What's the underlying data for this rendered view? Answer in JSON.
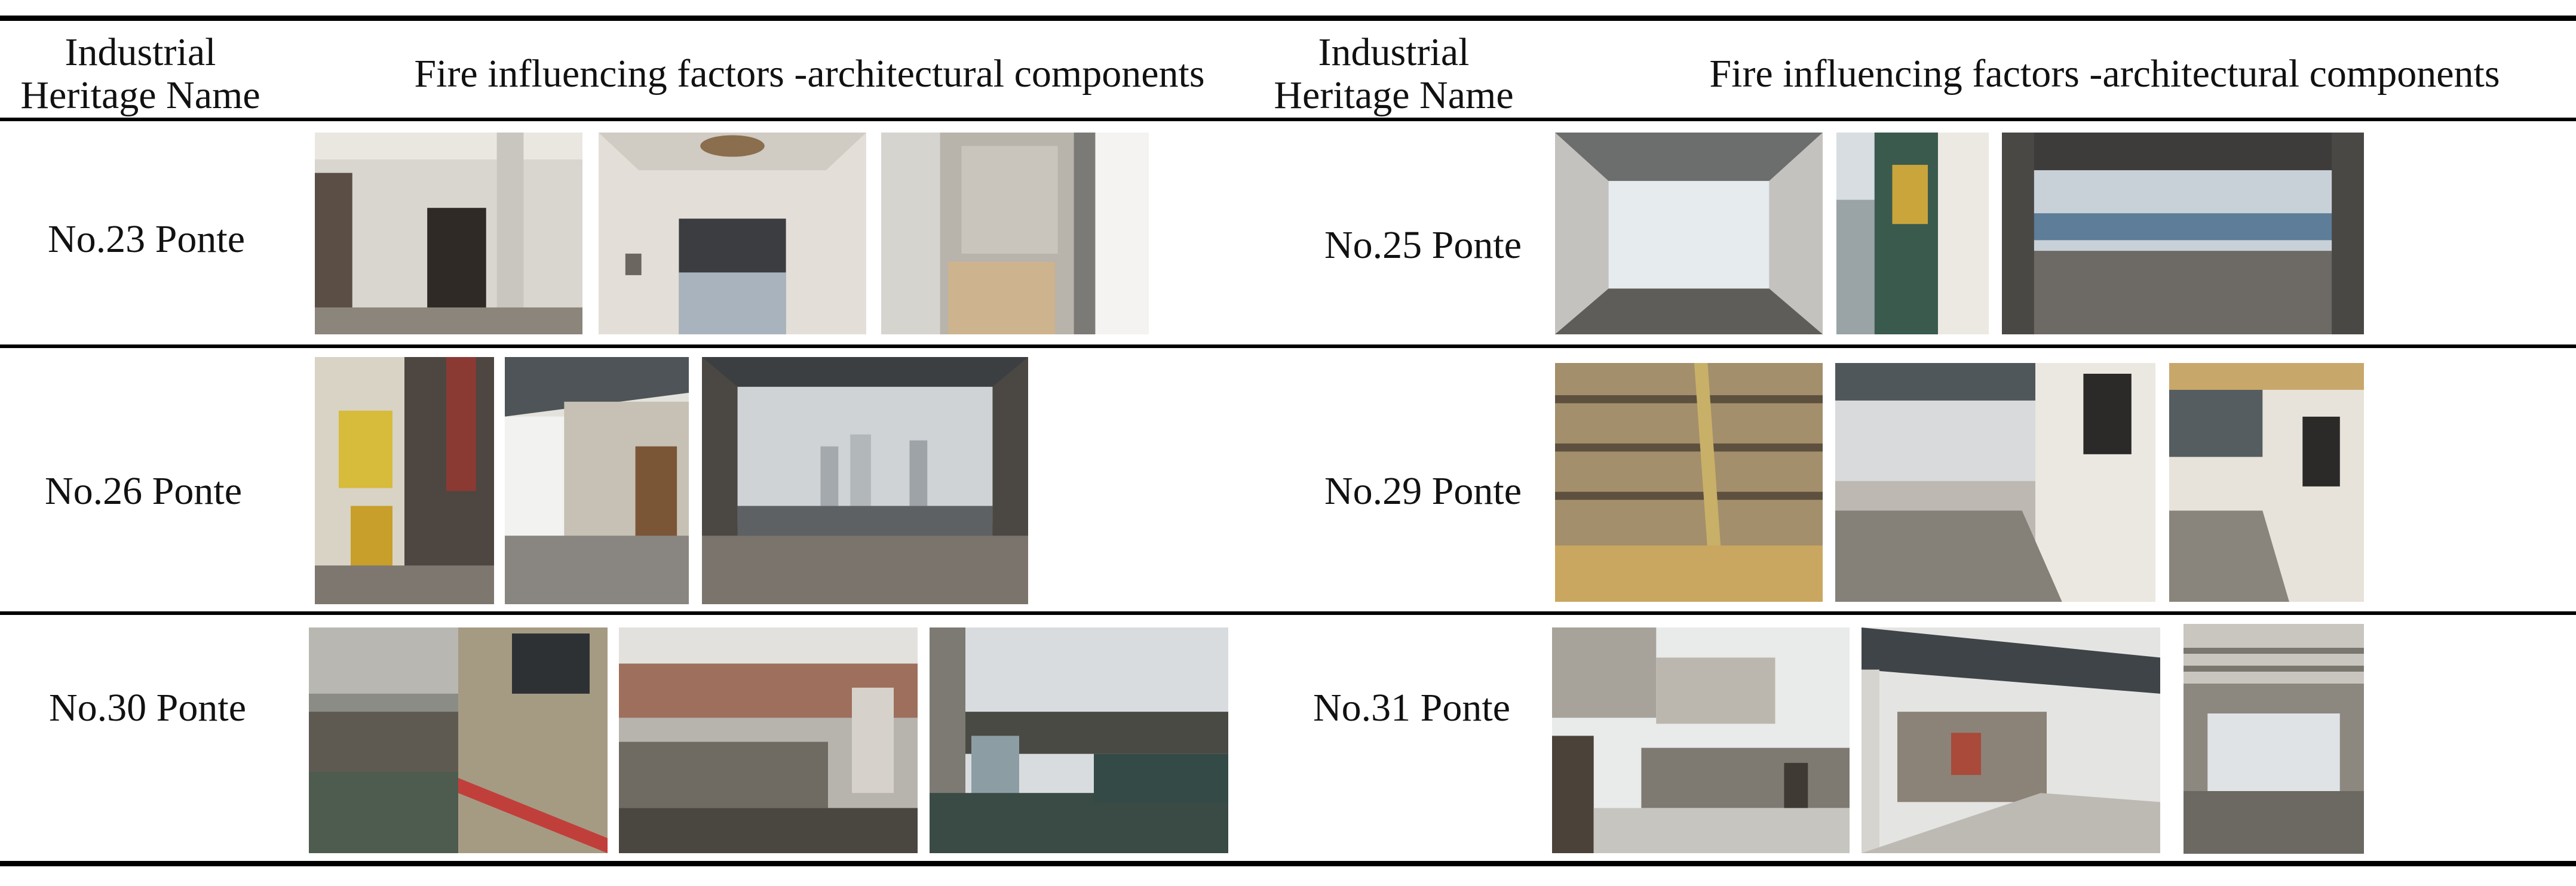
{
  "header": {
    "left_name_label": "Industrial Heritage Name",
    "left_factors_label": "Fire influencing factors -architectural components",
    "right_name_label": "Industrial Heritage Name",
    "right_factors_label": "Fire influencing factors -architectural components"
  },
  "rows": [
    {
      "left_name": "No.23 Ponte",
      "right_name": "No.25 Ponte"
    },
    {
      "left_name": "No.26 Ponte",
      "right_name": "No.29 Ponte"
    },
    {
      "left_name": "No.30 Ponte",
      "right_name": "No.31 Ponte"
    }
  ],
  "photo_subjects": [
    "doorway-photo",
    "ceiling-photo",
    "shelf-photo",
    "corridor-photo",
    "window-photo",
    "canopy-photo",
    "doorframe-photo",
    "entrance-photo",
    "harbor-view-photo",
    "roof-photo",
    "ramp-photo",
    "wall-photo",
    "pier-deck-photo",
    "boat-deck-photo",
    "stilts-photo",
    "street-photo",
    "awning-photo",
    "hall-photo"
  ]
}
